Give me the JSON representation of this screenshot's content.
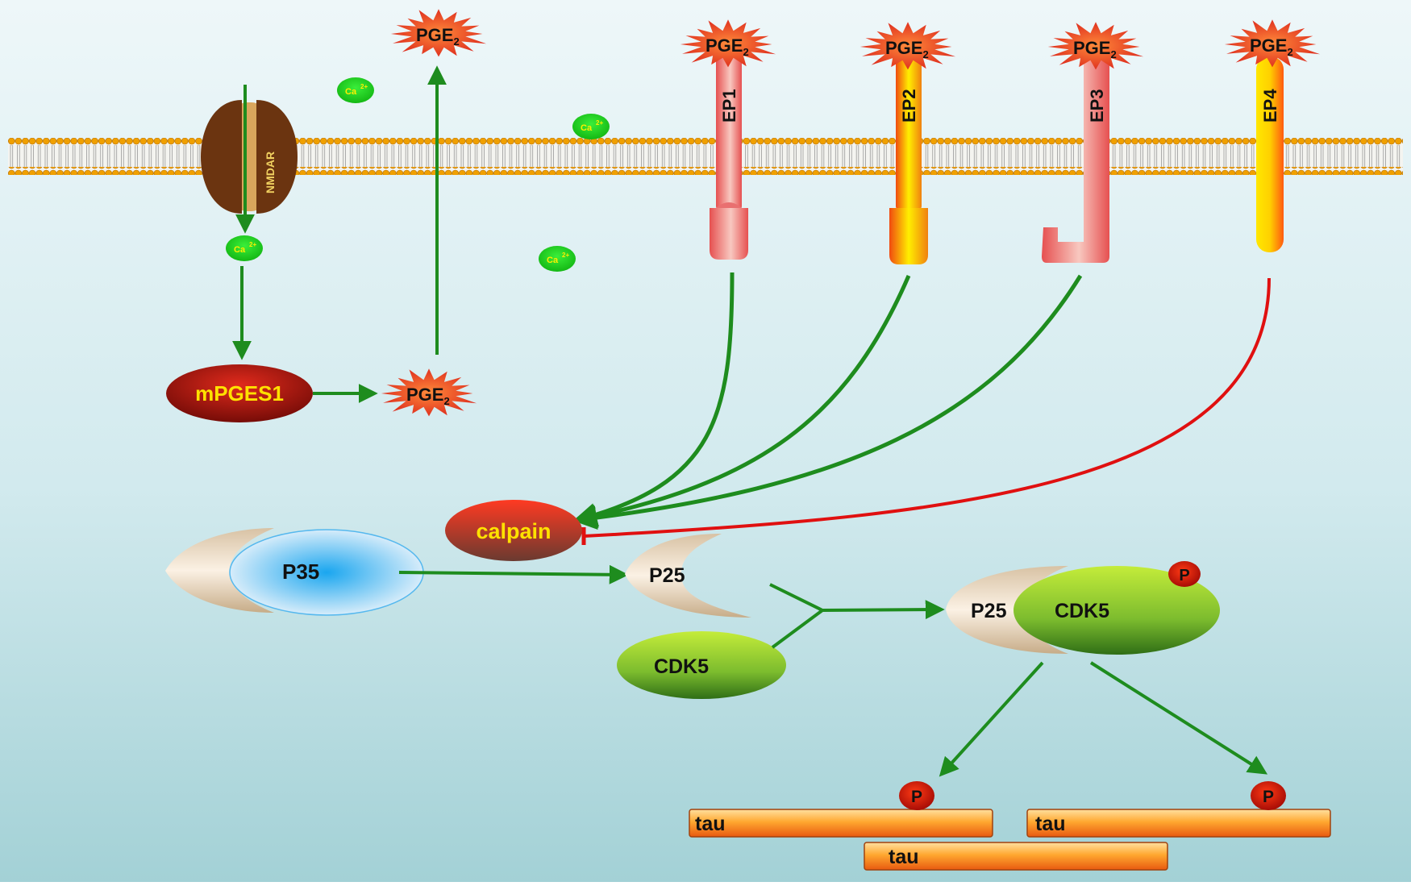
{
  "labels": {
    "pge": "PGE",
    "pge_sub": "2",
    "ca": "Ca",
    "ca_sup": "2+",
    "nmdar": "NMDAR",
    "mpges1": "mPGES1",
    "ep1": "EP1",
    "ep2": "EP2",
    "ep3": "EP3",
    "ep4": "EP4",
    "calpain": "calpain",
    "p35": "P35",
    "p25": "P25",
    "cdk5": "CDK5",
    "p": "P",
    "tau": "tau"
  },
  "colors": {
    "activation_arrow": "#1e8c1e",
    "inhibition_line": "#e01010",
    "membrane_head": "#f2a400",
    "background_top": "#eaf4f7",
    "background_bottom": "#a7d3d8",
    "receptor_red": "#e35454",
    "receptor_yellow": "#ffd600",
    "cdk5_green": "#8cc63f",
    "tau_orange": "#f7931e"
  }
}
